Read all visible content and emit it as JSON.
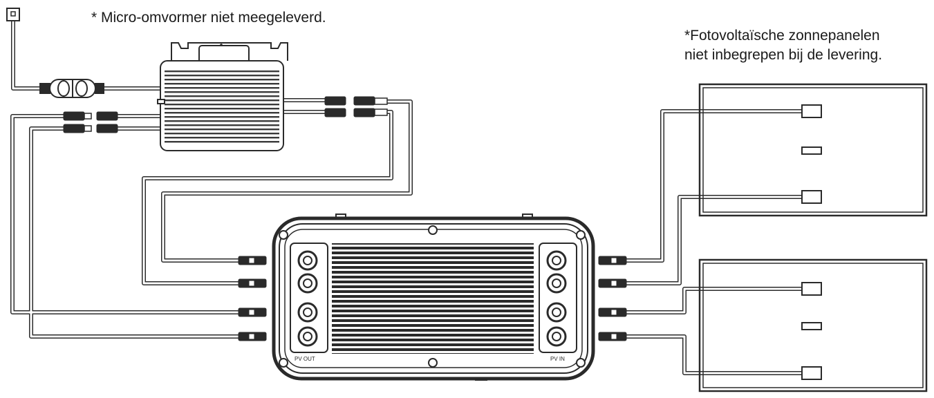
{
  "notes": {
    "micro_inverter": "* Micro-omvormer niet meegeleverd.",
    "panels_line1": "*Fotovoltaïsche zonnepanelen",
    "panels_line2": "niet inbegrepen bij de levering."
  },
  "hub": {
    "left_port_label": "PV OUT",
    "right_port_label": "PV IN"
  },
  "colors": {
    "line": "#2a2a2a",
    "fill": "#ffffff"
  }
}
